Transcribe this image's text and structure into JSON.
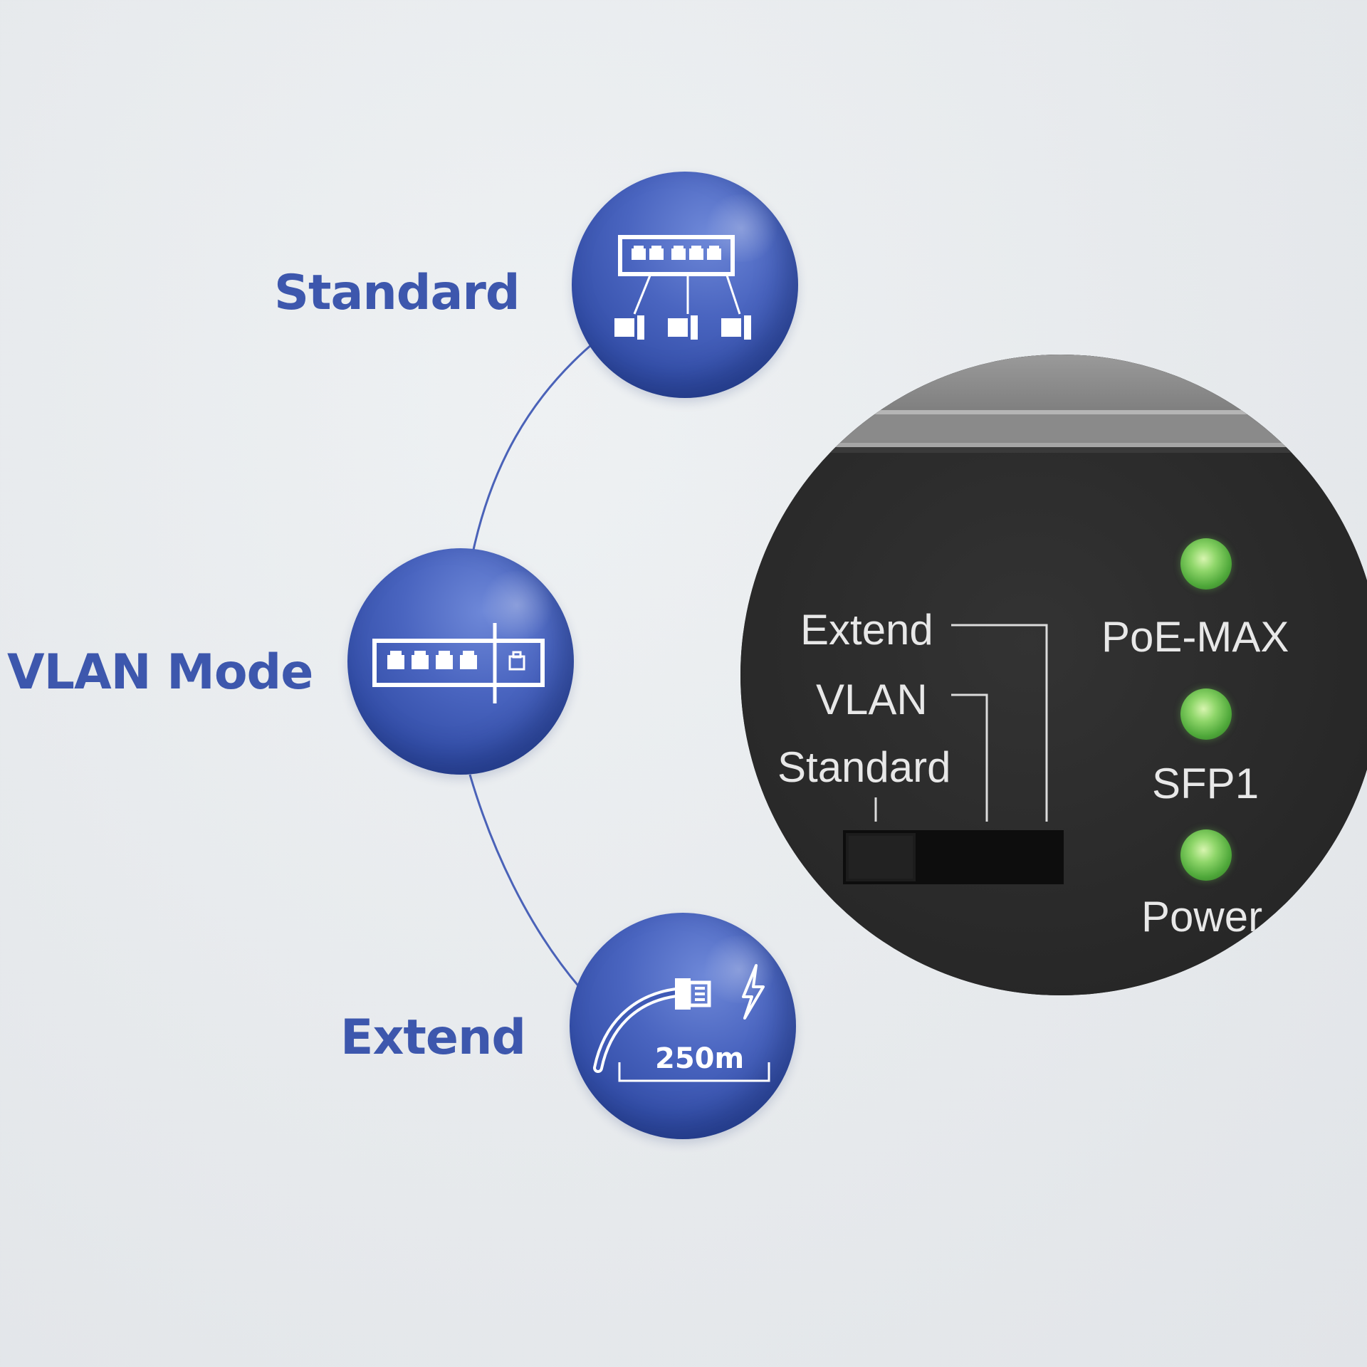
{
  "modes": {
    "standard": {
      "label": "Standard",
      "icon": "switch-ports-to-devices-icon"
    },
    "vlan": {
      "label": "VLAN Mode",
      "icon": "switch-vlan-isolated-port-icon"
    },
    "extend": {
      "label": "Extend",
      "icon": "long-cable-poe-icon",
      "distance": "250m"
    }
  },
  "device": {
    "switch_positions": [
      "Extend",
      "VLAN",
      "Standard"
    ],
    "selected_position": "Standard",
    "indicators": [
      "PoE-MAX",
      "SFP1",
      "Power"
    ],
    "led_color": "#6cc24a"
  },
  "colors": {
    "accent": "#3d57ad",
    "orb": "#4a65c0",
    "device_body": "#2c2c2c",
    "background": "#e6e9ec"
  }
}
